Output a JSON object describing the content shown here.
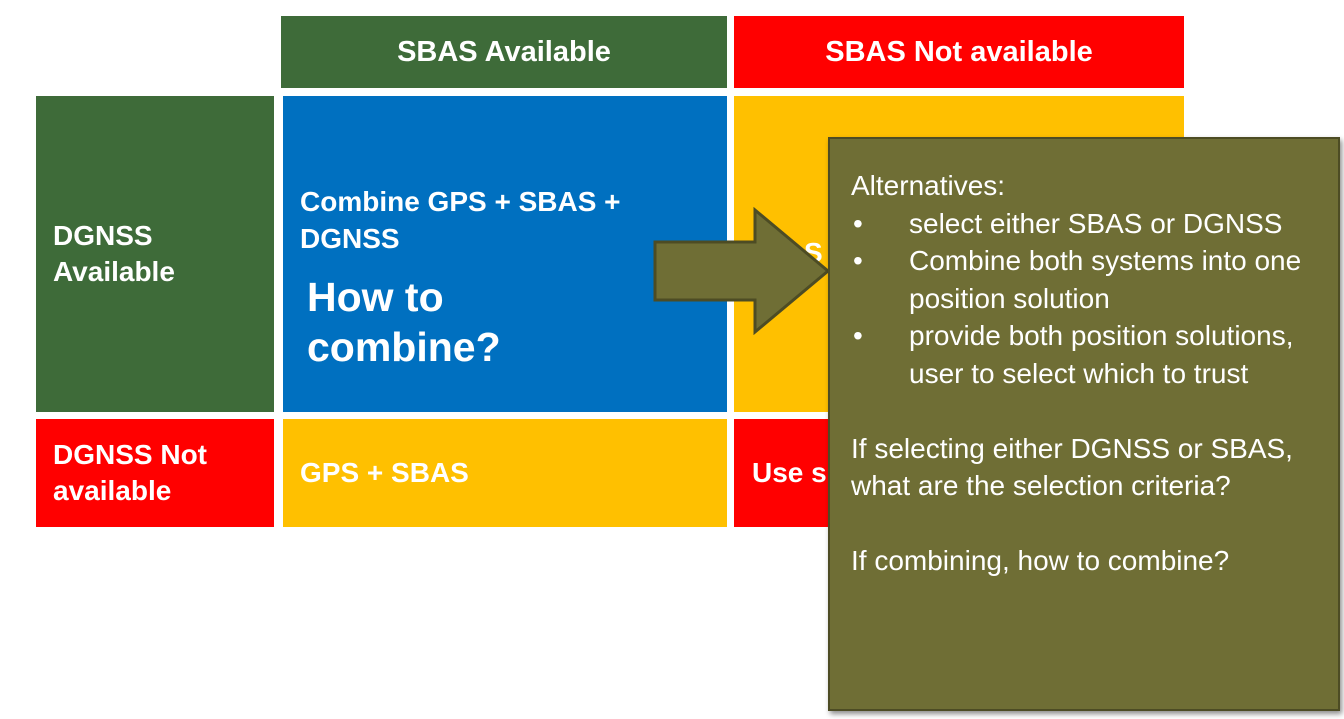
{
  "matrix": {
    "col_headers": [
      "SBAS Available",
      "SBAS Not available"
    ],
    "row_headers": [
      "DGNSS Available",
      "DGNSS Not available"
    ],
    "cells": {
      "both": {
        "line1": "Combine GPS + SBAS + DGNSS",
        "line2": "How to combine?"
      },
      "dgnss_only_partial": "S",
      "sbas_only": "GPS + SBAS",
      "none_partial": "Use s"
    }
  },
  "popup": {
    "heading": "Alternatives:",
    "bullet_glyph": "•",
    "bullets": [
      "select either SBAS or DGNSS",
      "Combine both systems  into one position solution",
      "provide both position solutions, user to select which to trust"
    ],
    "question1": "If selecting either DGNSS or SBAS, what are the selection criteria?",
    "question2": "If combining, how to combine?"
  },
  "colors": {
    "green": "#3e6b39",
    "red": "#ff0000",
    "blue": "#0070c0",
    "yellow": "#ffc000",
    "olive": "#6f6e35"
  }
}
